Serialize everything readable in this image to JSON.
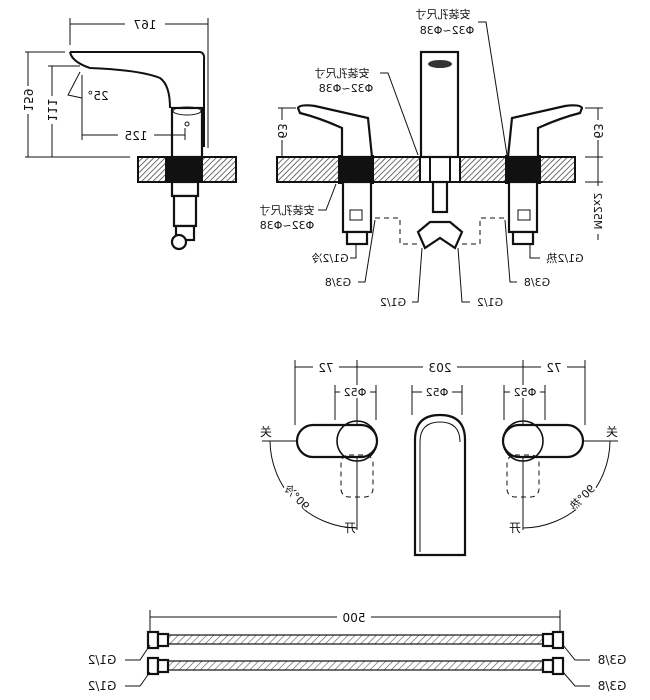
{
  "side_view": {
    "width_dim": "167",
    "height_dim": "159",
    "outlet_height_dim": "111",
    "angle_dim": "25°",
    "reach_dim": "125"
  },
  "front_view": {
    "hole_label": "安装孔尺寸",
    "hole_range": "Φ32~Φ38",
    "handle_height_left": "63",
    "handle_height_right": "63",
    "thread": "M52x2",
    "hot_inlet": "G1/2热",
    "cold_inlet": "G1/2冷",
    "g38_left": "G3/8",
    "g38_right": "G3/8",
    "tee_left": "G1/2",
    "tee_right": "G1/2"
  },
  "top_view": {
    "left_spacing": "72",
    "center_spacing": "203",
    "right_spacing": "72",
    "diameter": "Φ52",
    "off": "关",
    "on": "开",
    "cold_angle": "90°冷",
    "hot_angle": "90°热"
  },
  "hoses": {
    "length": "500",
    "left_thread": "G1/2",
    "right_thread": "G3/8"
  }
}
